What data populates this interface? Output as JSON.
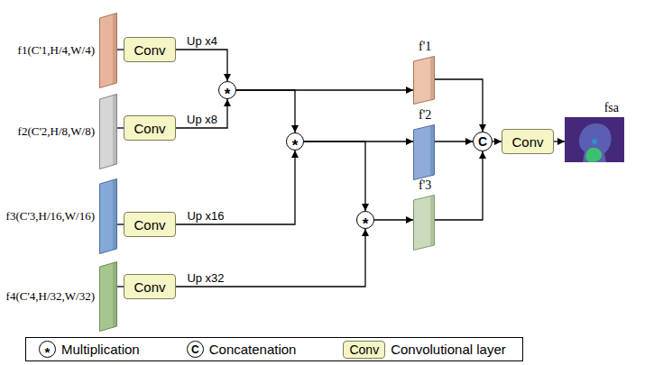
{
  "diagram": {
    "nodes": [
      {
        "text": [
          "f1(C'1,H/4,W/4)"
        ]
      },
      {
        "text": [
          "Conv"
        ]
      },
      {
        "text": [
          "f2(C'2,H/8,W/8)"
        ]
      },
      {
        "text": [
          "Conv"
        ]
      },
      {
        "text": [
          "f3(C'3,H/16,W/16)"
        ]
      },
      {
        "text": [
          "Conv"
        ]
      },
      {
        "text": [
          "f4(C'4,H/32,W/32)"
        ]
      },
      {
        "text": [
          "Conv"
        ]
      },
      {
        "text": [
          "*"
        ]
      },
      {
        "text": [
          "*"
        ]
      },
      {
        "text": [
          "*"
        ]
      },
      {
        "text": [
          "f'1"
        ]
      },
      {
        "text": [
          "f'2"
        ]
      },
      {
        "text": [
          "f'3"
        ]
      },
      {
        "text": [
          "C"
        ]
      },
      {
        "text": [
          "Conv"
        ]
      },
      {
        "text": [
          "fsa"
        ]
      }
    ],
    "edges": [
      {
        "from": 0,
        "to": 1,
        "arrow": "none"
      },
      {
        "from": 2,
        "to": 3,
        "arrow": "none"
      },
      {
        "from": 4,
        "to": 5,
        "arrow": "none"
      },
      {
        "from": 6,
        "to": 7,
        "arrow": "none"
      },
      {
        "from": 1,
        "to": 8,
        "label": "Up x4",
        "arrow": "to"
      },
      {
        "from": 3,
        "to": 8,
        "label": "Up x8",
        "arrow": "to"
      },
      {
        "from": 5,
        "to": 9,
        "label": "Up x16",
        "arrow": "to"
      },
      {
        "from": 7,
        "to": 10,
        "label": "Up x32",
        "arrow": "to"
      },
      {
        "from": 8,
        "to": 11,
        "arrow": "to"
      },
      {
        "from": 8,
        "to": 9,
        "arrow": "to"
      },
      {
        "from": 9,
        "to": 12,
        "arrow": "to"
      },
      {
        "from": 9,
        "to": 10,
        "arrow": "to"
      },
      {
        "from": 10,
        "to": 13,
        "arrow": "to"
      },
      {
        "from": 11,
        "to": 14,
        "arrow": "to"
      },
      {
        "from": 12,
        "to": 14,
        "arrow": "to"
      },
      {
        "from": 13,
        "to": 14,
        "arrow": "to"
      },
      {
        "from": 14,
        "to": 15,
        "arrow": "to"
      },
      {
        "from": 15,
        "to": 16,
        "arrow": "to"
      }
    ],
    "labels": [
      "*",
      "C",
      "Conv"
    ],
    "legend": [
      {
        "text": "Multiplication"
      },
      {
        "text": "Concatenation"
      },
      {
        "text": "Convolutional layer"
      }
    ]
  }
}
